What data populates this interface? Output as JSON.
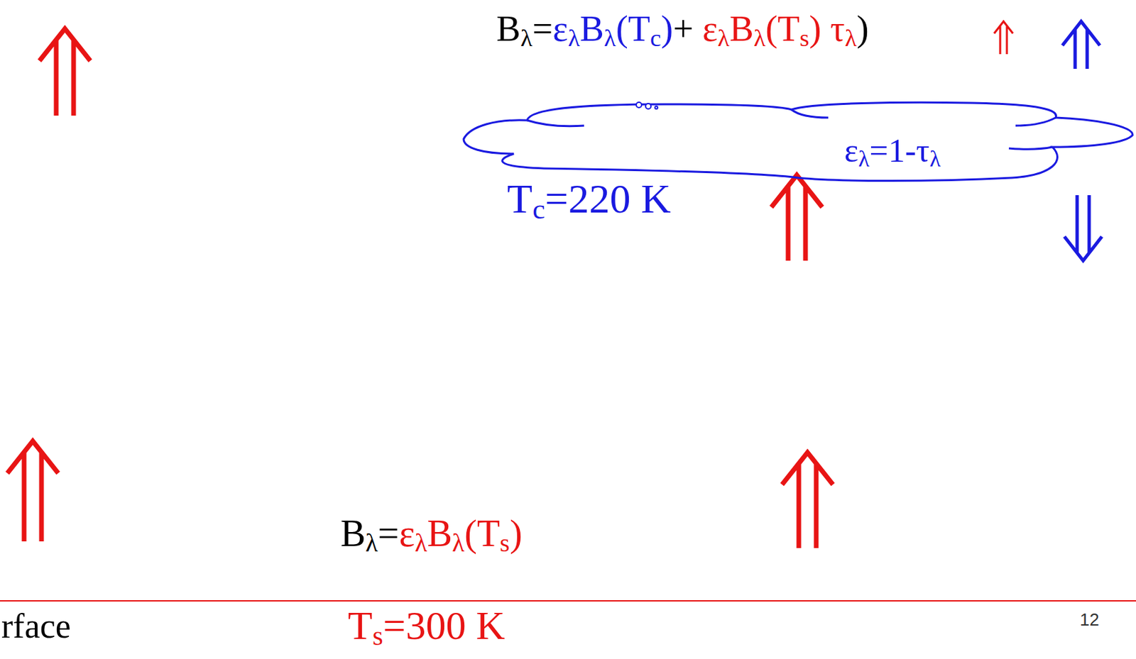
{
  "diagram": {
    "nodes": [
      {
        "text": [
          "ελ=1-τλ",
          "Tc=220 K"
        ]
      }
    ],
    "labels": [
      "Bλ=ελBλ(Tc)+ ελBλ(Ts) τλ)",
      "Bλ=ελBλ(Ts)",
      "rface",
      "Ts=300 K",
      "12"
    ]
  }
}
